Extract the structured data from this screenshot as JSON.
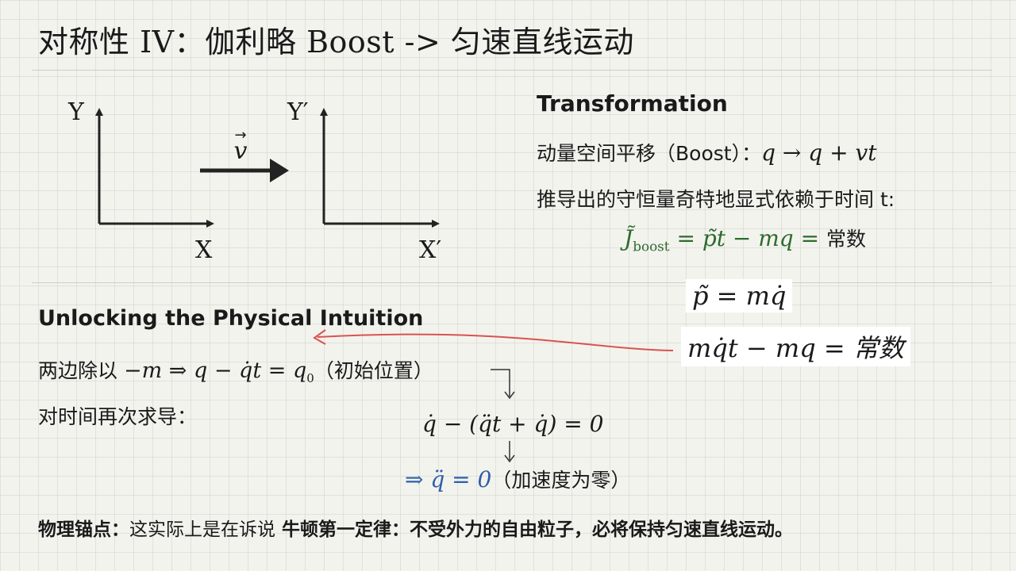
{
  "title": "对称性 IV：伽利略 Boost -> 匀速直线运动",
  "diagram": {
    "frame1": {
      "x_label": "X",
      "y_label": "Y"
    },
    "frame2": {
      "x_label": "X′",
      "y_label": "Y′"
    },
    "velocity_label": "v"
  },
  "transformation": {
    "heading": "Transformation",
    "line1_text": "动量空间平移（Boost）：",
    "line1_math": "q → q + vt",
    "line2_text": "推导出的守恒量奇特地显式依赖于时间 t:",
    "j_symbol": "J̃",
    "j_sub": "boost",
    "j_rhs": "= p̃t − mq =",
    "j_const": "常数"
  },
  "cards": {
    "p_def": "p̃ = mq̇",
    "substituted": "mq̇t − mq = 常数"
  },
  "intuition": {
    "heading": "Unlocking the Physical Intuition",
    "step1_text": "两边除以",
    "step1_math": "−m ⇒ q − q̇t = q",
    "step1_sub": "0",
    "step1_note": "（初始位置）",
    "step2_text": "对时间再次求导：",
    "eq_derivative": "q̇ − (q̈t + q̇) = 0",
    "eq_result": "⇒ q̈ = 0",
    "eq_result_note": "（加速度为零）"
  },
  "footer": {
    "label": "物理锚点：",
    "text": "这实际上是在诉说",
    "law": "牛顿第一定律：不受外力的自由粒子，必将保持匀速直线运动。"
  },
  "colors": {
    "green": "#2e6b2e",
    "blue": "#2f5fa8",
    "red_arrow": "#d9534f"
  }
}
